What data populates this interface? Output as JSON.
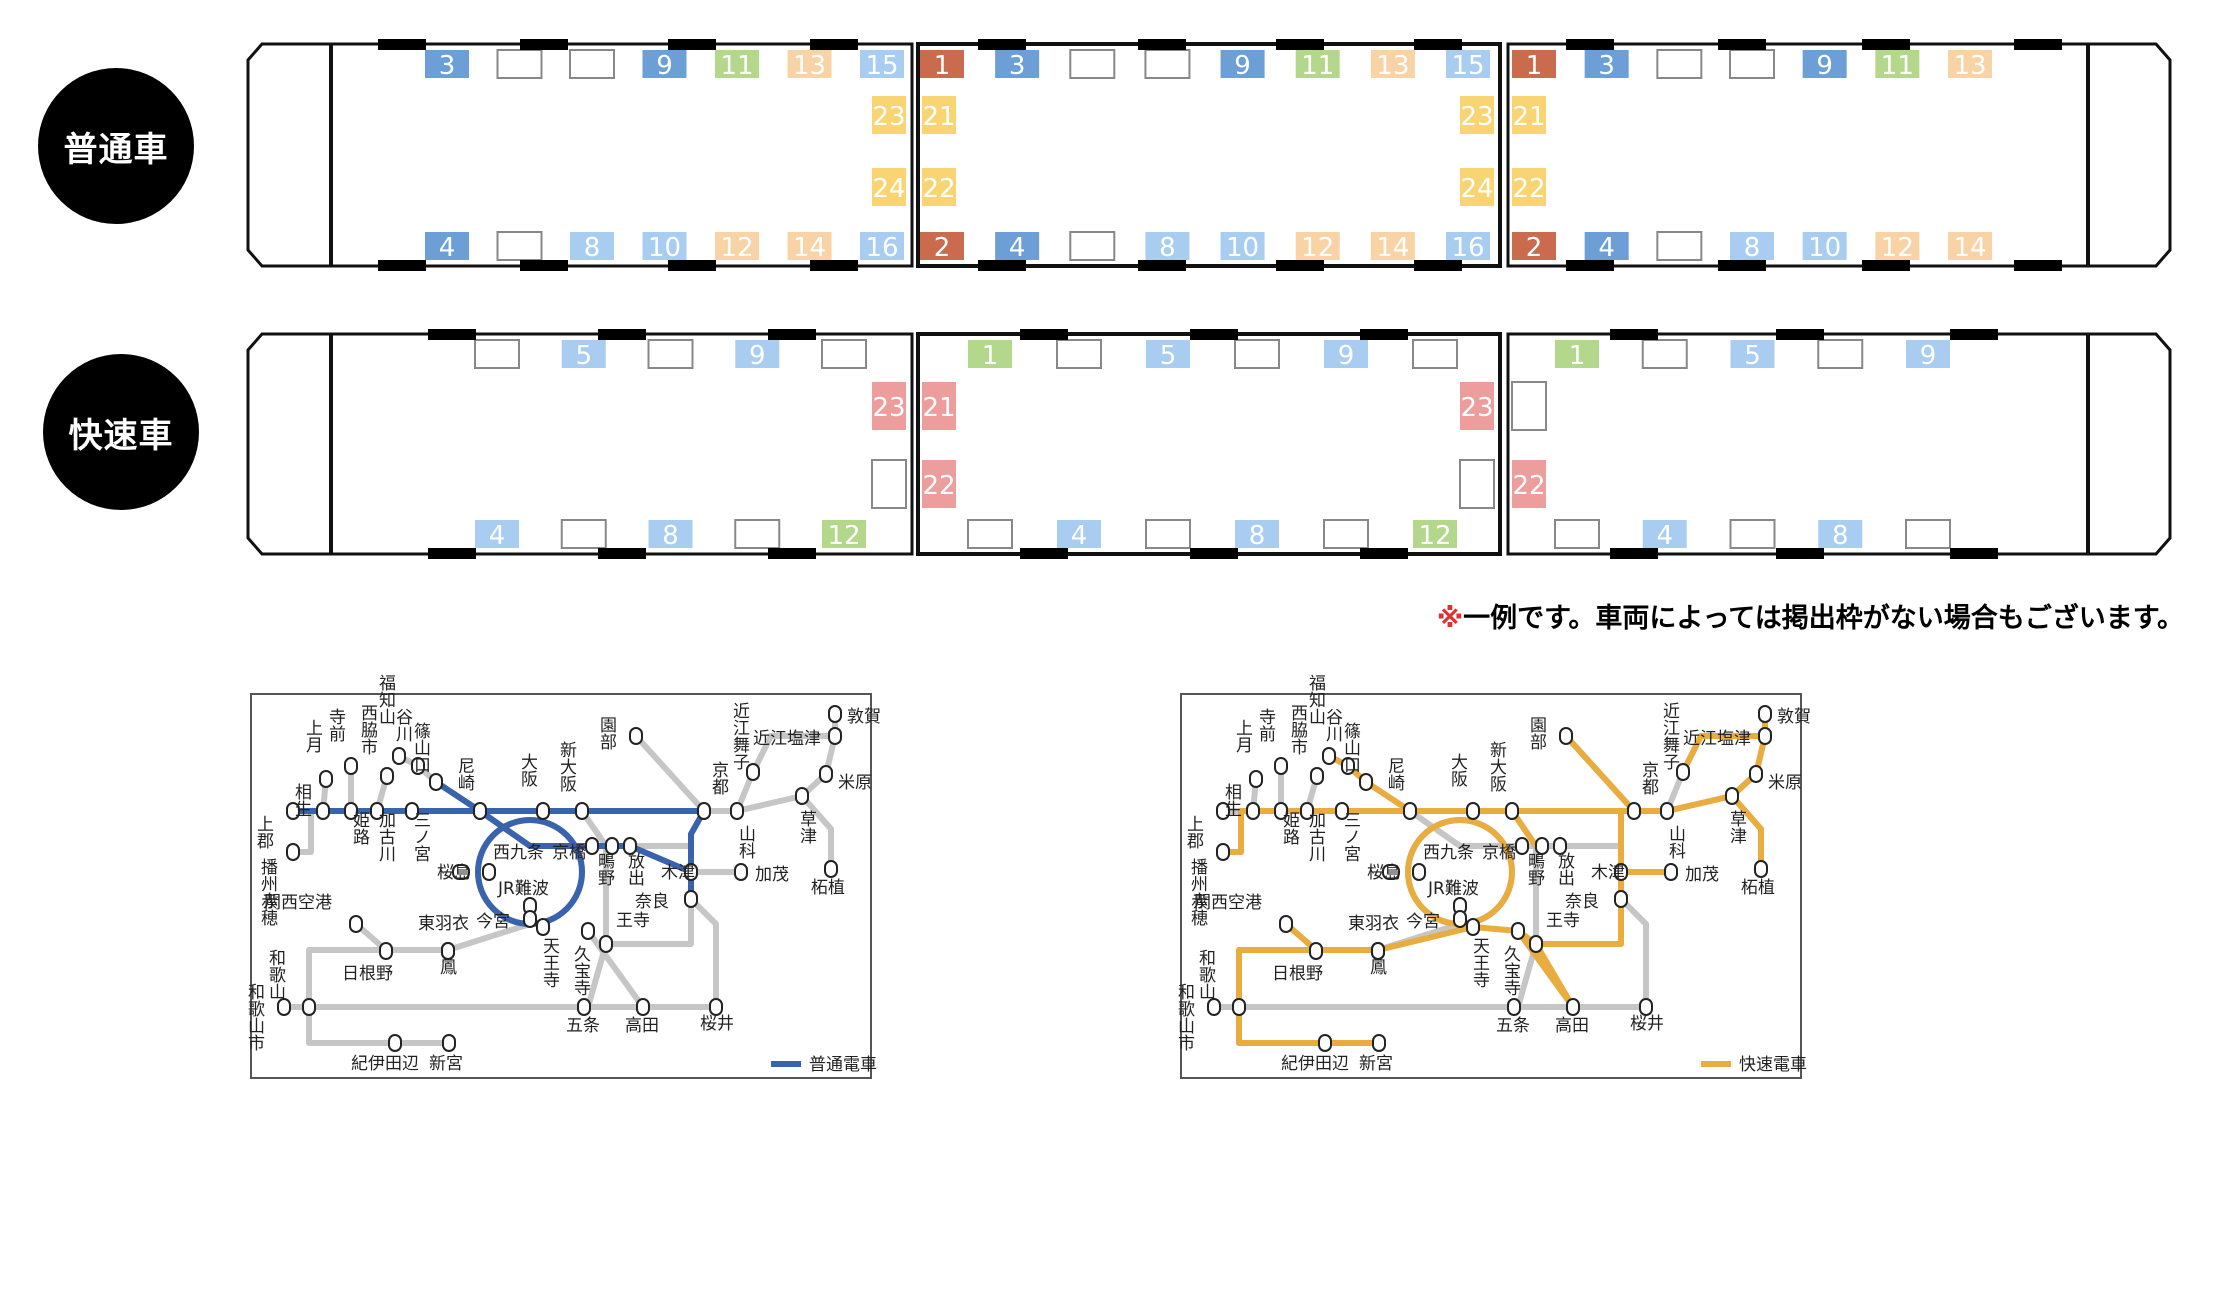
{
  "badges": {
    "regular": "普通車",
    "rapid": "快速車"
  },
  "note": {
    "mark": "※",
    "text": "一例です。車両によっては掲出枠がない場合もございます。"
  },
  "colors": {
    "blue": "#6b9fd6",
    "lightblue": "#a8cdf0",
    "green": "#b3d88c",
    "peach": "#f7d3a6",
    "yellow": "#f8d572",
    "brown": "#c96b4c",
    "pink": "#ee9d9d",
    "regular_line": "#3a63ad",
    "rapid_line": "#e9ac3e",
    "gray_line": "#c6c6c6"
  },
  "regular_train": {
    "cars": [
      {
        "top": [
          "3",
          "",
          "",
          "9",
          "11",
          "13",
          "15"
        ],
        "bottom": [
          "4",
          "",
          "8",
          "10",
          "12",
          "14",
          "16"
        ],
        "middle_right": [
          [
            "23",
            "yellow"
          ],
          [
            "24",
            "yellow"
          ]
        ],
        "middle_left": []
      },
      {
        "top": [
          "1",
          "3",
          "",
          "",
          "9",
          "11",
          "13",
          "15"
        ],
        "bottom": [
          "2",
          "4",
          "",
          "8",
          "10",
          "12",
          "14",
          "16"
        ],
        "middle_left": [
          [
            "21",
            "yellow"
          ],
          [
            "22",
            "yellow"
          ]
        ],
        "middle_right": [
          [
            "23",
            "yellow"
          ],
          [
            "24",
            "yellow"
          ]
        ]
      },
      {
        "top": [
          "1",
          "3",
          "",
          "",
          "9",
          "11",
          "13"
        ],
        "bottom": [
          "2",
          "4",
          "",
          "8",
          "10",
          "12",
          "14"
        ],
        "middle_left": [
          [
            "21",
            "yellow"
          ],
          [
            "22",
            "yellow"
          ]
        ],
        "middle_right": []
      }
    ]
  },
  "rapid_train": {
    "cars": [
      {
        "top": [
          "",
          "5",
          "",
          "9",
          ""
        ],
        "bottom": [
          "4",
          "",
          "8",
          "",
          "12"
        ],
        "middle_right": [
          [
            "23",
            "pink"
          ],
          [
            "",
            "empty"
          ]
        ],
        "middle_left": []
      },
      {
        "top": [
          "1",
          "",
          "5",
          "",
          "9",
          ""
        ],
        "bottom": [
          "",
          "4",
          "",
          "8",
          "",
          "12"
        ],
        "middle_left": [
          [
            "21",
            "pink"
          ],
          [
            "22",
            "pink"
          ]
        ],
        "middle_right": [
          [
            "23",
            "pink"
          ],
          [
            "",
            "empty"
          ]
        ]
      },
      {
        "top": [
          "1",
          "",
          "5",
          "",
          "9"
        ],
        "bottom": [
          "",
          "4",
          "",
          "8",
          ""
        ],
        "middle_left": [
          [
            "",
            "empty"
          ],
          [
            "22",
            "pink"
          ]
        ],
        "middle_right": []
      }
    ]
  },
  "maps": {
    "legend_regular": "普通電車",
    "legend_rapid": "快速電車",
    "stations": {
      "kamigori": "上郡",
      "aioi": "相生",
      "kamitsuki": "上月",
      "terasaki": "寺前",
      "nishiwaki": "西脇市",
      "fukuchiyama": "福知山",
      "tanigawa": "谷川",
      "sasayamaguchi": "篠山口",
      "himeji": "姫路",
      "kakogawa": "加古川",
      "sannomiya": "三ノ宮",
      "amagasaki": "尼崎",
      "osaka": "大阪",
      "shinosaka": "新大阪",
      "sonobe": "園部",
      "kyoto": "京都",
      "omimaiko": "近江舞子",
      "omishiotsu": "近江塩津",
      "tsuruga": "敦賀",
      "maibara": "米原",
      "kusatsu": "草津",
      "yamashina": "山科",
      "tsuge": "柘植",
      "bansyuako": "播州赤穂",
      "sakurajima": "桜島",
      "nishikujo": "西九条",
      "jrnamba": "JR難波",
      "kyobashi": "京橋",
      "shigino": "鴫野",
      "hanaten": "放出",
      "kizu": "木津",
      "nara": "奈良",
      "kamo": "加茂",
      "kanku": "関西空港",
      "higashihagoromo": "東羽衣",
      "imamiya": "今宮",
      "tennoji": "天王寺",
      "kudaraji": "久宝寺",
      "oji": "王寺",
      "hineno": "日根野",
      "otori": "鳳",
      "wakayama": "和歌山",
      "wakayamashi": "和歌山市",
      "gojo": "五条",
      "takada": "高田",
      "sakurai": "桜井",
      "kiitanabe": "紀伊田辺",
      "shingu": "新宮"
    }
  }
}
